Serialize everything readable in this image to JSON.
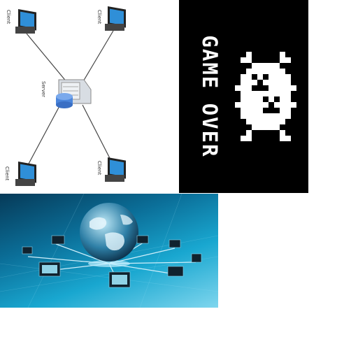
{
  "client_server_diagram": {
    "server_label": "Server",
    "client_labels": [
      "Client",
      "Client",
      "Client",
      "Client"
    ]
  },
  "game_over_panel": {
    "text": "GAME OVER",
    "icon": "space-invader-icon"
  },
  "global_network_panel": {
    "icon": "globe-network-icon",
    "colors": {
      "background": "#0b6f99",
      "highlight": "#7fd6ee"
    }
  }
}
